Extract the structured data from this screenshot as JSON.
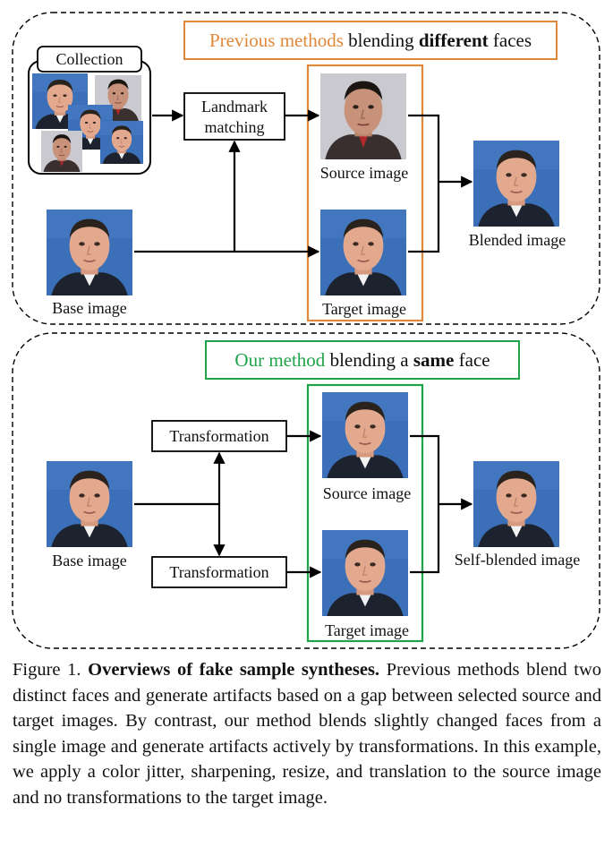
{
  "previous": {
    "header_highlight": "Previous methods",
    "header_mid": " blending ",
    "header_bold": "different",
    "header_end": " faces",
    "collection_label": "Collection",
    "landmark_line1": "Landmark",
    "landmark_line2": "matching",
    "source_label": "Source image",
    "target_label": "Target image",
    "base_label": "Base image",
    "output_label": "Blended image"
  },
  "ours": {
    "header_highlight": "Our method",
    "header_mid": " blending a ",
    "header_bold": "same",
    "header_end": " face",
    "transform_top": "Transformation",
    "transform_bottom": "Transformation",
    "source_label": "Source image",
    "target_label": "Target image",
    "base_label": "Base image",
    "output_label": "Self-blended image"
  },
  "caption": {
    "prefix": "Figure 1. ",
    "title": "Overviews of fake sample syntheses.",
    "body": " Previous methods blend two distinct faces and generate artifacts based on a gap between selected source and target images. By contrast, our method blends slightly changed faces from a single image and generate artifacts actively by transformations. In this example, we apply a color jitter, sharpening, resize, and translation to the source image and no transformations to the target image."
  },
  "colors": {
    "previous_accent": "#e0883a",
    "ours_accent": "#1fa34a",
    "photo_background": "#3b6fb8",
    "skin": "#e2a98e",
    "suit": "#1d232e"
  }
}
